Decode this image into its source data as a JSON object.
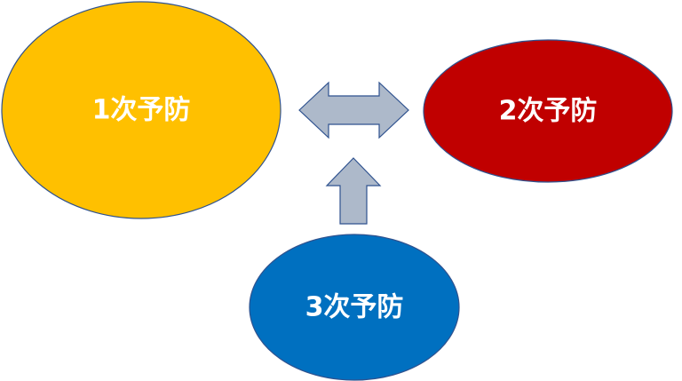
{
  "nodes": {
    "primary": {
      "label": "1次予防",
      "color": "#FFC000"
    },
    "secondary": {
      "label": "2次予防",
      "color": "#C00000"
    },
    "tertiary": {
      "label": "3次予防",
      "color": "#0070C0"
    }
  },
  "arrows": {
    "color": "#ADB9CA",
    "outline": "#2F528F"
  },
  "node_outline": "#2F528F"
}
